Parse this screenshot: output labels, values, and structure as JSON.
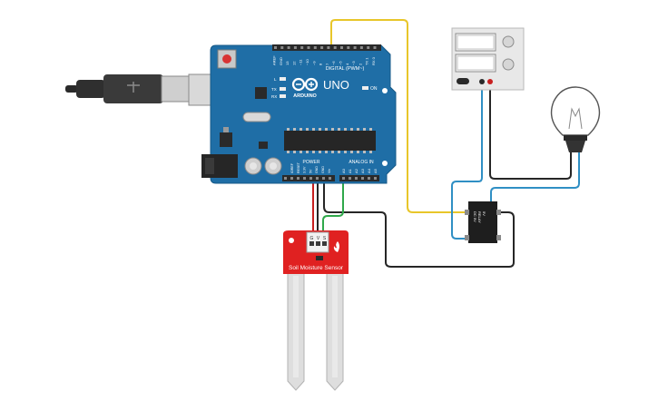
{
  "board": {
    "brand": "ARDUINO",
    "model": "UNO",
    "on_label": "ON",
    "l_label": "L",
    "tx_label": "TX",
    "rx_label": "RX",
    "digital_label": "DIGITAL (PWM~)",
    "power_label": "POWER",
    "analog_label": "ANALOG IN",
    "power_pins": [
      "IOREF",
      "RESET",
      "3.3V",
      "5V",
      "GND",
      "GND",
      "Vin"
    ],
    "analog_pins": [
      "A0",
      "A1",
      "A2",
      "A3",
      "A4",
      "A5"
    ],
    "digital_pins": [
      "AREF",
      "GND",
      "13",
      "12",
      "~11",
      "~10",
      "~9",
      "8",
      "7",
      "~6",
      "~5",
      "4",
      "~3",
      "2",
      "TX 1",
      "RX 0"
    ]
  },
  "sensor": {
    "label": "Soil Moisture Sensor",
    "pin_labels": [
      "G",
      "V",
      "S"
    ]
  },
  "relay": {
    "text_lines": [
      "5V",
      "RELAY",
      "DC 5V"
    ]
  },
  "colors": {
    "board": "#1f6ea6",
    "sensor": "#e02121",
    "wire_yellow": "#e8c62a",
    "wire_blue": "#2f8fc4",
    "wire_black": "#262626",
    "wire_red": "#c82020",
    "wire_green": "#2fa84a"
  },
  "icons": [
    "usb-cable-icon",
    "infinity-logo-icon",
    "light-bulb-icon",
    "power-supply-icon",
    "relay-icon"
  ]
}
